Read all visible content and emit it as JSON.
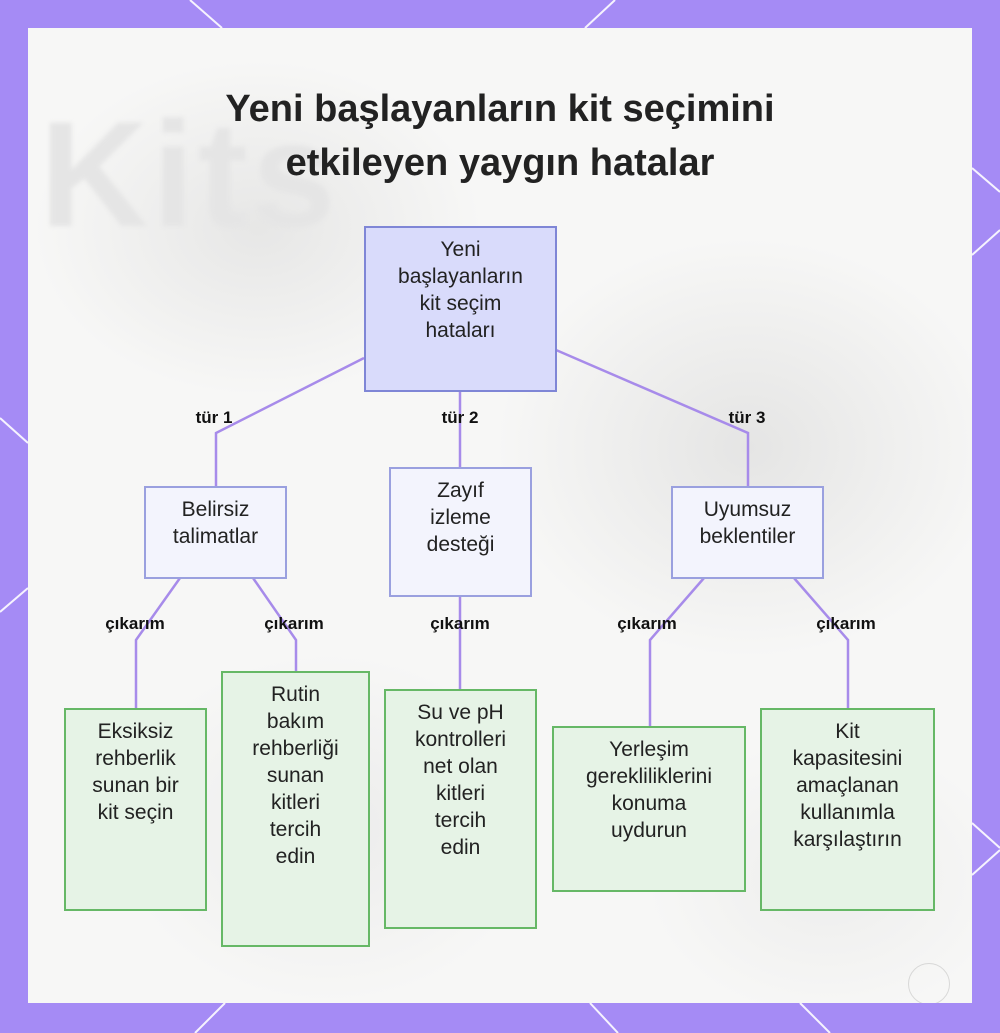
{
  "title": {
    "line1": "Yeni başlayanların kit seçimini",
    "line2": "etkileyen yaygın hatalar"
  },
  "background_word": "Kits",
  "colors": {
    "frame": "#a58bf5",
    "edge": "#a78bea",
    "root_fill": "#d9dbfb",
    "mid_fill": "#f3f4fd",
    "leaf_fill": "#e6f3e6",
    "leaf_border": "#66b866"
  },
  "nodes": {
    "root": "Yeni\nbaşlayanların\nkit seçim\nhataları",
    "type1": "Belirsiz\ntalimatlar",
    "type2": "Zayıf\nizleme\ndesteği",
    "type3": "Uyumsuz\nbeklentiler",
    "leaf1": "Eksiksiz\nrehberlik\nsunan bir\nkit seçin",
    "leaf2": "Rutin\nbakım\nrehberliği\nsunan\nkitleri\ntercih\nedin",
    "leaf3": "Su ve pH\nkontrolleri\nnet olan\nkitleri\ntercih\nedin",
    "leaf4": "Yerleşim\ngerekliliklerini\nkonuma\nuydurun",
    "leaf5": "Kit\nkapasitesini\namaçlanan\nkullanımla\nkarşılaştırın"
  },
  "edge_labels": {
    "type1": "tür 1",
    "type2": "tür 2",
    "type3": "tür 3",
    "implication1": "çıkarım",
    "implication2": "çıkarım",
    "implication3": "çıkarım",
    "implication4": "çıkarım",
    "implication5": "çıkarım"
  }
}
